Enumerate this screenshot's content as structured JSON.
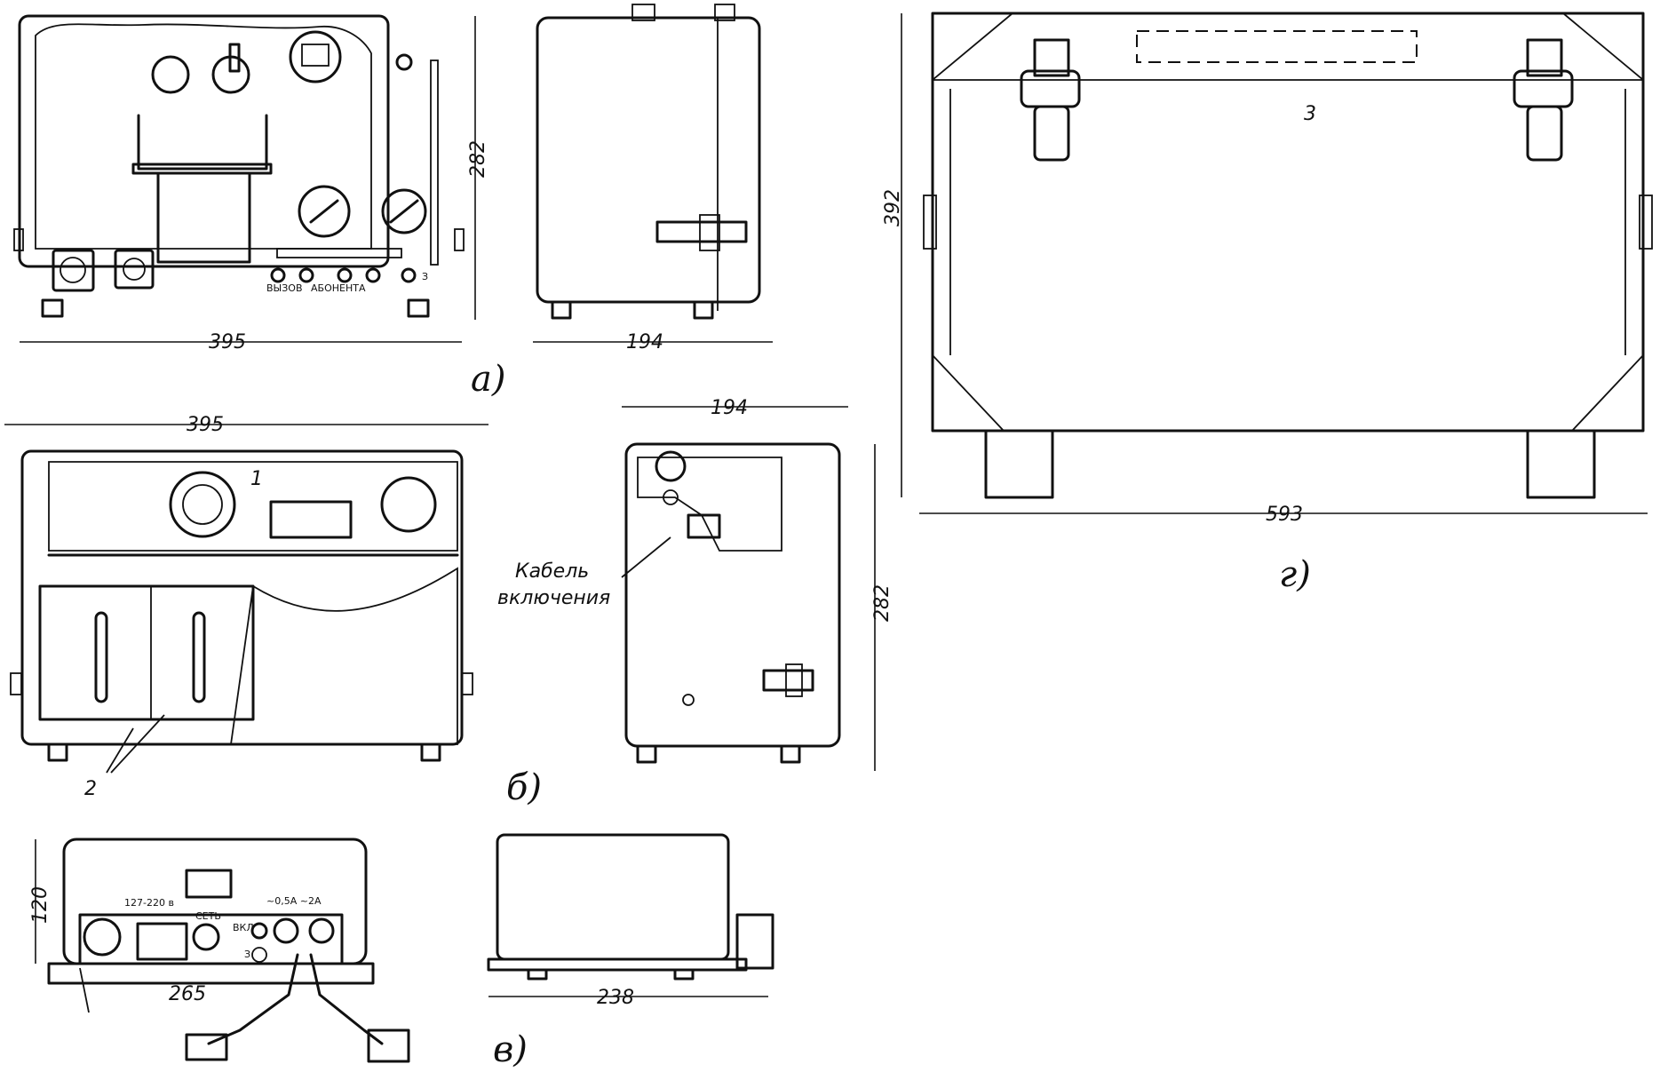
{
  "view_a": {
    "label": "а)",
    "width_dim": "395",
    "height_dim": "282",
    "side_width_dim": "194",
    "panel_text_left": "ВЫЗОВ",
    "panel_text_right": "АБОНЕНТА",
    "ground_mark": "З"
  },
  "view_b": {
    "label": "б)",
    "width_dim": "395",
    "side_width_dim": "194",
    "side_height_dim": "282",
    "callout_1": "1",
    "callout_2": "2",
    "cable_label_line1": "Кабель",
    "cable_label_line2": "включения"
  },
  "view_v": {
    "label": "в)",
    "height_dim": "120",
    "width_dim": "265",
    "side_width_dim": "238",
    "voltage_text": "127-220 в",
    "network_text": "СЕТЬ",
    "on_text": "ВКЛ",
    "current_text": "~0,5А ~2А",
    "ground_mark": "З"
  },
  "view_g": {
    "label": "г)",
    "width_dim": "593",
    "height_dim": "392",
    "callout_3": "3"
  }
}
